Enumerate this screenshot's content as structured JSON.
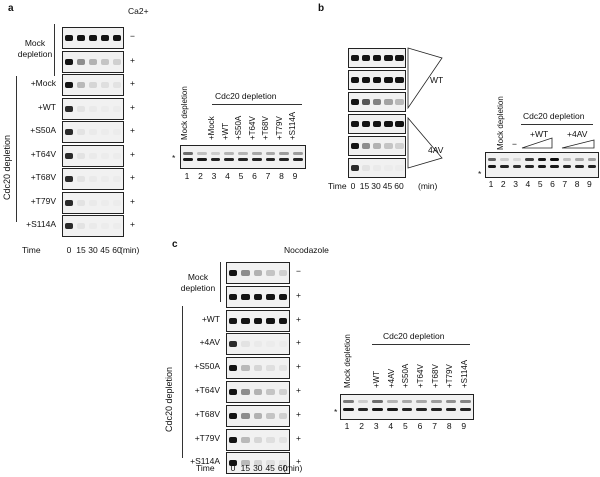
{
  "figure": {
    "panels": {
      "a": {
        "letter": "a",
        "calcium_header": "Ca2+",
        "time_label": "Time",
        "time_points": [
          "0",
          "15",
          "30",
          "45",
          "60"
        ],
        "time_unit": "(min)",
        "group_label_mock": "Mock depletion",
        "group_label_cdc20": "Cdc20 depletion",
        "rows": [
          {
            "label": "",
            "ca": "−"
          },
          {
            "label": "",
            "ca": "+"
          },
          {
            "label": "+Mock",
            "ca": "+"
          },
          {
            "label": "+WT",
            "ca": "+"
          },
          {
            "label": "+S50A",
            "ca": "+"
          },
          {
            "label": "+T64V",
            "ca": "+"
          },
          {
            "label": "+T68V",
            "ca": "+"
          },
          {
            "label": "+T79V",
            "ca": "+"
          },
          {
            "label": "+S114A",
            "ca": "+"
          }
        ],
        "western": {
          "depletion_header": "Cdc20 depletion",
          "lanes": [
            "Mock depletion",
            "",
            "+Mock",
            "+WT",
            "+S50A",
            "+T64V",
            "+T68V",
            "+T79V",
            "+S114A"
          ],
          "lane_numbers": [
            "1",
            "2",
            "3",
            "4",
            "5",
            "6",
            "7",
            "8",
            "9"
          ],
          "asterisk": "*"
        }
      },
      "b": {
        "letter": "b",
        "wt_label": "WT",
        "av_label": "4AV",
        "time_label": "Time",
        "time_points": [
          "0",
          "15",
          "30",
          "45",
          "60"
        ],
        "time_unit": "(min)",
        "western": {
          "depletion_header": "Cdc20 depletion",
          "mock_label": "Mock depletion",
          "dash": "−",
          "wt_label": "+WT",
          "av_label": "+4AV",
          "lane_numbers": [
            "1",
            "2",
            "3",
            "4",
            "5",
            "6",
            "7",
            "8",
            "9"
          ],
          "asterisk": "*"
        }
      },
      "c": {
        "letter": "c",
        "drug_header": "Nocodazole",
        "time_label": "Time",
        "time_points": [
          "0",
          "15",
          "30",
          "45",
          "60"
        ],
        "time_unit": "(min)",
        "group_label_mock": "Mock depletion",
        "group_label_cdc20": "Cdc20 depletion",
        "rows": [
          {
            "label": "",
            "drug": "−"
          },
          {
            "label": "",
            "drug": "+"
          },
          {
            "label": "+WT",
            "drug": "+"
          },
          {
            "label": "+4AV",
            "drug": "+"
          },
          {
            "label": "+S50A",
            "drug": "+"
          },
          {
            "label": "+T64V",
            "drug": "+"
          },
          {
            "label": "+T68V",
            "drug": "+"
          },
          {
            "label": "+T79V",
            "drug": "+"
          },
          {
            "label": "+S114A",
            "drug": "+"
          }
        ],
        "western": {
          "depletion_header": "Cdc20 depletion",
          "lanes": [
            "Mock depletion",
            "",
            "+WT",
            "+4AV",
            "+S50A",
            "+T64V",
            "+T68V",
            "+T79V",
            "+S114A"
          ],
          "lane_numbers": [
            "1",
            "2",
            "3",
            "4",
            "5",
            "6",
            "7",
            "8",
            "9"
          ],
          "asterisk": "*"
        }
      }
    }
  }
}
